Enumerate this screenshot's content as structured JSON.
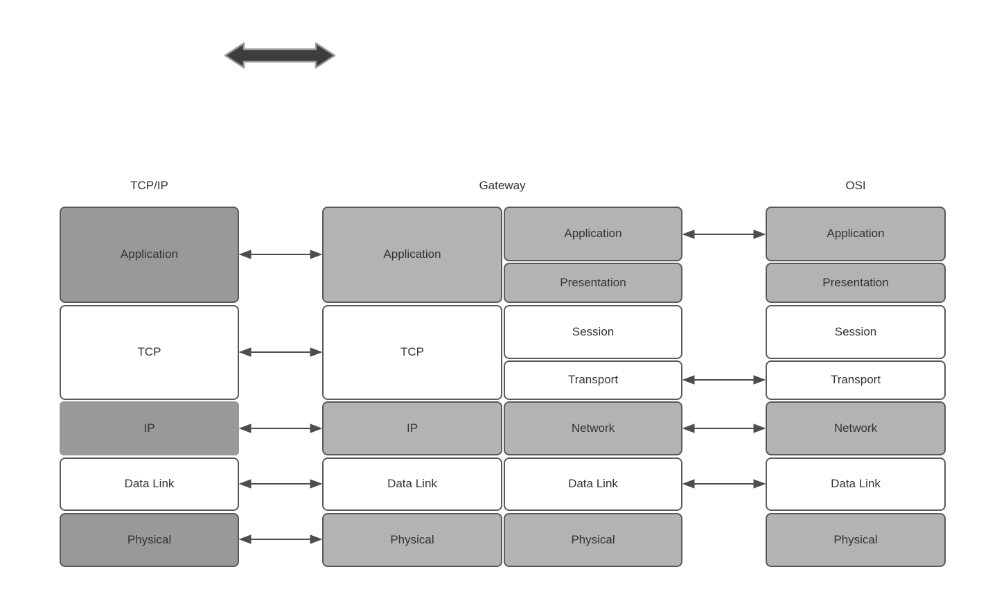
{
  "colors": {
    "background": "#ffffff",
    "box_dark_gray": "#999999",
    "box_light_gray": "#b3b3b3",
    "box_white": "#ffffff",
    "box_border": "#595959",
    "connector_arrow": "#4d4d4d",
    "top_arrow_fill": "#3d3d3d",
    "top_arrow_stroke": "#999999",
    "text": "#333333"
  },
  "icons": {
    "top_arrow": "horizontal-double-arrow",
    "connector": "bidirectional-arrow"
  },
  "stacks": [
    {
      "title": "TCP/IP",
      "layers": [
        {
          "label": "Application"
        },
        {
          "label": "TCP"
        },
        {
          "label": "IP"
        },
        {
          "label": "Data Link"
        },
        {
          "label": "Physical"
        }
      ]
    },
    {
      "title": "Gateway",
      "left_layers": [
        {
          "label": "Application"
        },
        {
          "label": "TCP"
        },
        {
          "label": "IP"
        },
        {
          "label": "Data Link"
        },
        {
          "label": "Physical"
        }
      ],
      "right_layers": [
        {
          "label": "Application"
        },
        {
          "label": "Presentation"
        },
        {
          "label": "Session"
        },
        {
          "label": "Transport"
        },
        {
          "label": "Network"
        },
        {
          "label": "Data Link"
        },
        {
          "label": "Physical"
        }
      ]
    },
    {
      "title": "OSI",
      "layers": [
        {
          "label": "Application"
        },
        {
          "label": "Presentation"
        },
        {
          "label": "Session"
        },
        {
          "label": "Transport"
        },
        {
          "label": "Network"
        },
        {
          "label": "Data Link"
        },
        {
          "label": "Physical"
        }
      ]
    }
  ]
}
